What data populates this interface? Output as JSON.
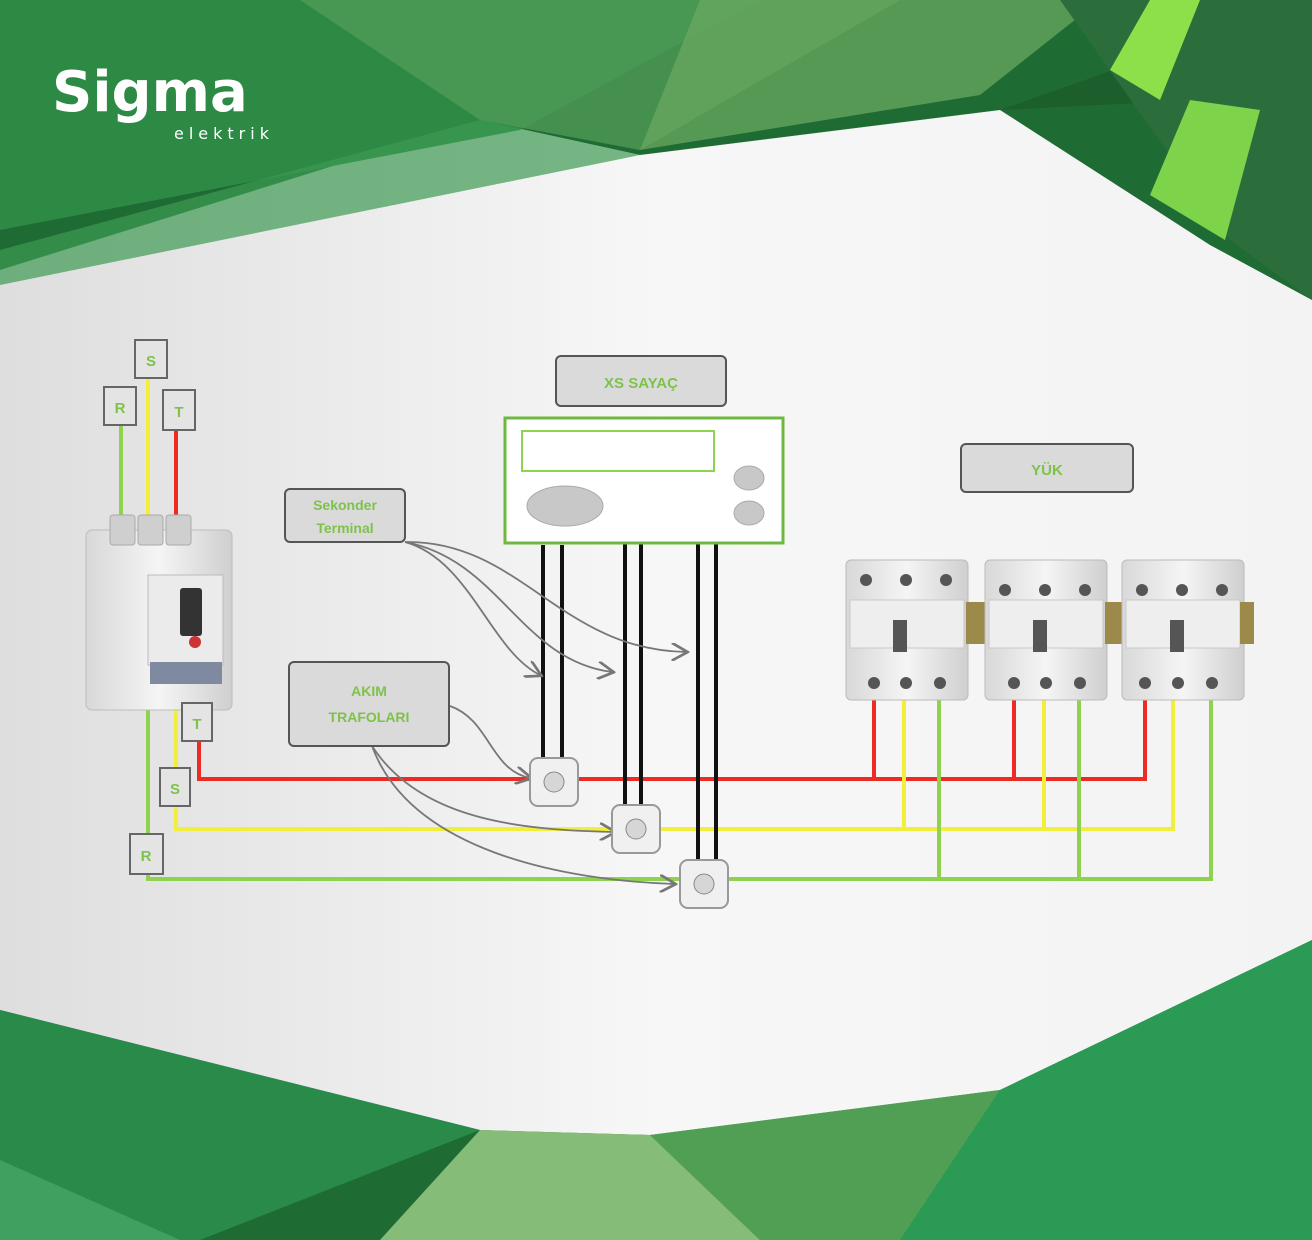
{
  "brand": {
    "name": "Sigma",
    "sub": "elektrik"
  },
  "labels": {
    "meter": "XS SAYAÇ",
    "load": "YÜK",
    "secondary_line1": "Sekonder",
    "secondary_line2": "Terminal",
    "ct_line1": "AKIM",
    "ct_line2": "TRAFOLARI",
    "phase_top_r": "R",
    "phase_top_s": "S",
    "phase_top_t": "T",
    "phase_out_t": "T",
    "phase_out_s": "S",
    "phase_out_r": "R"
  },
  "colors": {
    "phase_r": "#8fd24e",
    "phase_s": "#f2ee3c",
    "phase_t": "#ee2a25",
    "label_text": "#7fc24a",
    "frame_green": "#1f7a3a"
  }
}
